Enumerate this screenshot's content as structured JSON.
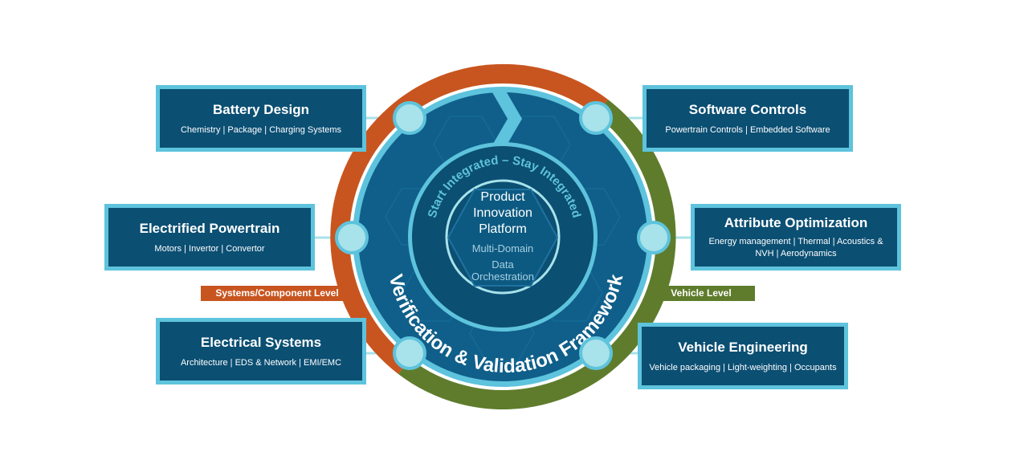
{
  "center": {
    "line1": "Product",
    "line2": "Innovation",
    "line3": "Platform",
    "line4": "Multi-Domain",
    "line5": "Data",
    "line6": "Orchestration"
  },
  "arc_inner_text": "Start Integrated – Stay Integrated",
  "arc_outer_text": "Verification & Validation Framework",
  "left_tag": "Systems/Component Level",
  "right_tag": "Vehicle Level",
  "boxes": [
    {
      "title": "Battery Design",
      "sub": "Chemistry | Package | Charging Systems"
    },
    {
      "title": "Electrified Powertrain",
      "sub": "Motors | Invertor | Convertor"
    },
    {
      "title": "Electrical Systems",
      "sub": "Architecture | EDS & Network | EMI/EMC"
    },
    {
      "title": "Software Controls",
      "sub": "Powertrain Controls | Embedded Software"
    },
    {
      "title": "Attribute Optimization",
      "sub": "Energy management | Thermal | Acoustics & NVH | Aerodynamics"
    },
    {
      "title": "Vehicle Engineering",
      "sub": "Vehicle packaging | Light-weighting | Occupants"
    }
  ],
  "colors": {
    "navy": "#0b4f73",
    "circle_blue": "#0f5f8a",
    "light_cyan": "#5ec3dc",
    "node_fill": "#a8e2ea",
    "orange": "#c8551f",
    "green": "#5f7c2c"
  }
}
